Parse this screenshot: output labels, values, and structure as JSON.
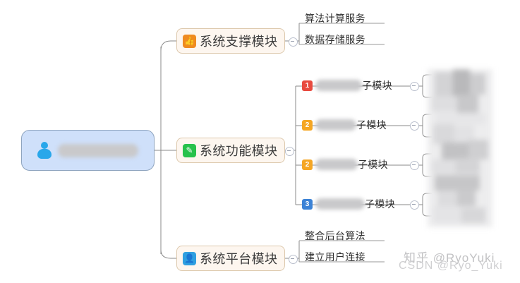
{
  "app": {
    "type": "mind-map",
    "background": "#ffffff"
  },
  "root": {
    "icon": "person-icon",
    "label_redacted": true,
    "label": "",
    "fill": "#cfe0fa",
    "border": "#8ea4bf"
  },
  "branches": [
    {
      "id": "support",
      "icon": "thumbs-up-icon",
      "icon_color": "#ef8b20",
      "label": "系统支撑模块",
      "children": [
        {
          "label": "算法计算服务"
        },
        {
          "label": "数据存储服务"
        }
      ]
    },
    {
      "id": "function",
      "icon": "pencil-icon",
      "icon_color": "#27c24c",
      "label": "系统功能模块",
      "children": [
        {
          "badge": "1",
          "badge_color": "#e84a3f",
          "label_redacted": true,
          "label_suffix": "子模块",
          "has_children": true
        },
        {
          "badge": "2",
          "badge_color": "#f5a623",
          "label_redacted": true,
          "label_suffix": "子模块",
          "has_children": true
        },
        {
          "badge": "2",
          "badge_color": "#f5a623",
          "label_redacted": true,
          "label_suffix": "子模块",
          "has_children": true
        },
        {
          "badge": "3",
          "badge_color": "#3b82d6",
          "label_redacted": true,
          "label_suffix": "子模块",
          "has_children": true
        }
      ]
    },
    {
      "id": "platform",
      "icon": "person-badge-icon",
      "icon_color": "#2f9fe0",
      "label": "系统平台模块",
      "children": [
        {
          "label": "整合后台算法"
        },
        {
          "label": "建立用户连接"
        }
      ]
    }
  ],
  "grandchildren_panel": {
    "redacted": true,
    "note": ""
  },
  "watermarks": {
    "zhihu": "知乎 @RyoYuki",
    "csdn": "CSDN @Ryo_Yuki"
  }
}
